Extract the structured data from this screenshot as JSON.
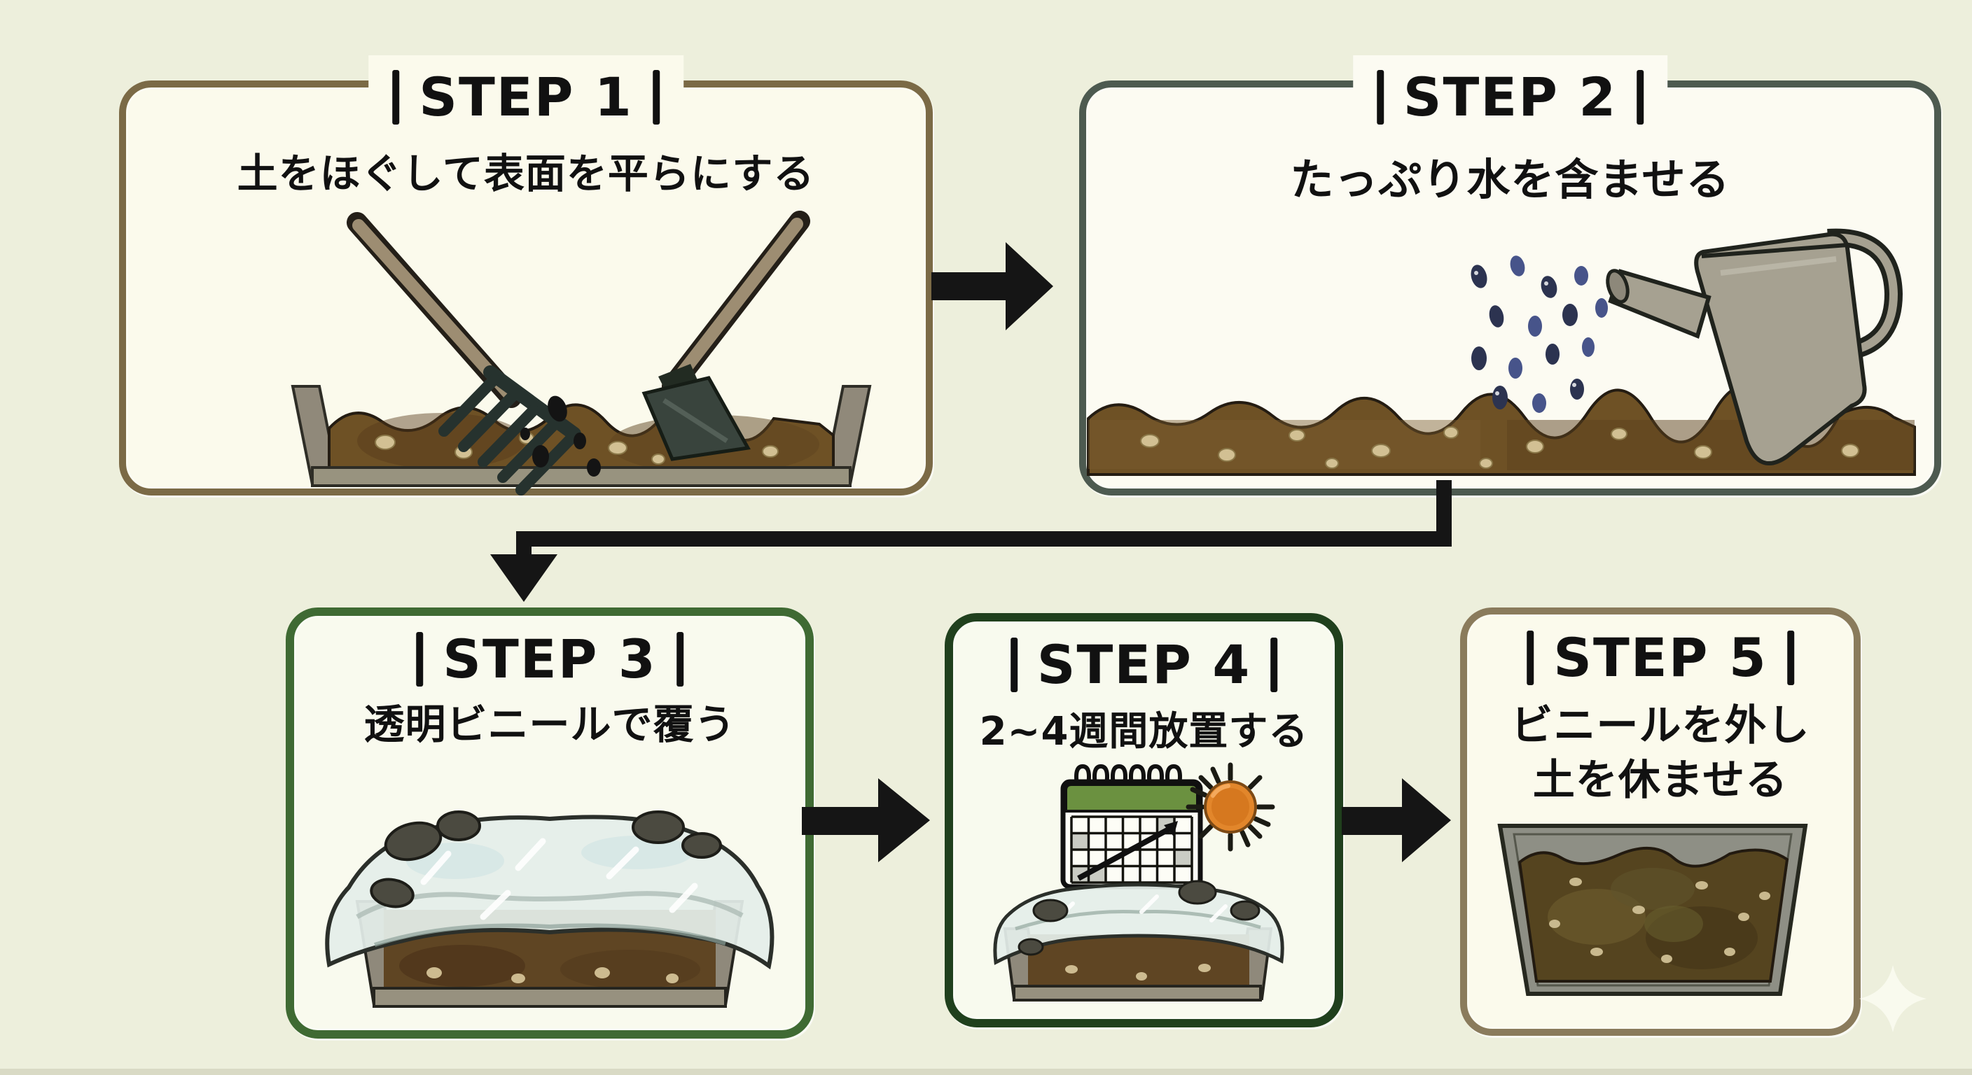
{
  "page": {
    "background_color": "#edefdc",
    "arrow_color": "#151515",
    "sparkle_color": "#fafbf0"
  },
  "steps": [
    {
      "label": "STEP 1",
      "description": "土をほぐして表面を平らにする",
      "border_color": "#7b6a46",
      "fill_color": "#fbfaec",
      "illustration": "rake-and-hoe-loosening-soil-in-tray"
    },
    {
      "label": "STEP 2",
      "description": "たっぷり水を含ませる",
      "border_color": "#4d5a50",
      "fill_color": "#fcfbf2",
      "illustration": "watering-can-sprinkling-water-on-soil"
    },
    {
      "label": "STEP 3",
      "description": "透明ビニールで覆う",
      "border_color": "#3f6a33",
      "fill_color": "#f9faee",
      "illustration": "soil-tray-covered-with-clear-vinyl-weighted-by-stones"
    },
    {
      "label": "STEP 4",
      "description": "2~4週間放置する",
      "border_color": "#20401d",
      "fill_color": "#f8faee",
      "illustration": "calendar-and-sun-above-covered-soil-tray"
    },
    {
      "label": "STEP 5",
      "description": "ビニールを外し\n土を休ませる",
      "border_color": "#8a7b5c",
      "fill_color": "#fbfaec",
      "illustration": "open-soil-tray-resting"
    }
  ]
}
